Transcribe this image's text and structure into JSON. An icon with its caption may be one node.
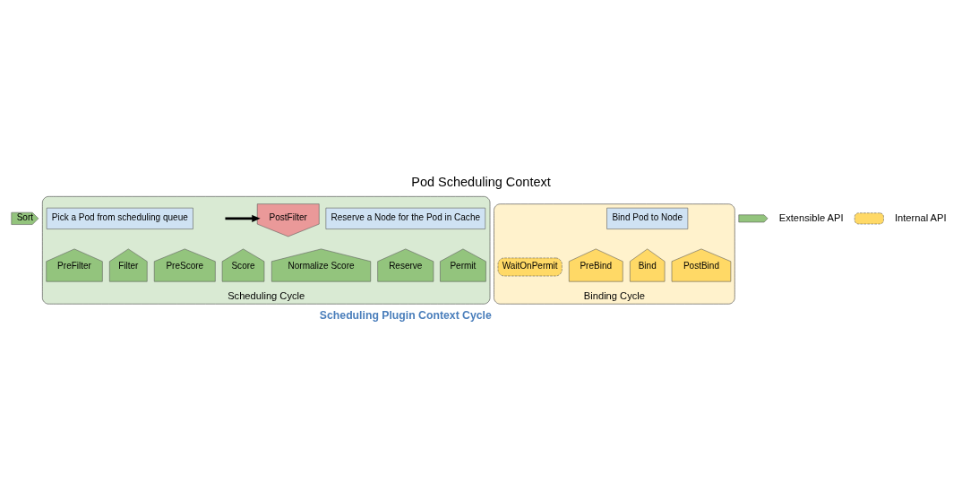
{
  "diagram": {
    "title": "Pod Scheduling Context",
    "caption": "Scheduling Plugin Context Cycle",
    "nodes": [
      {
        "text": [
          "Sort"
        ]
      },
      {
        "text": [
          "Scheduling Cycle"
        ]
      },
      {
        "text": [
          "Pick a Pod from scheduling queue"
        ],
        "in": 1
      },
      {
        "text": [
          "PostFilter"
        ],
        "in": 1
      },
      {
        "text": [
          "Reserve a Node for the Pod in Cache"
        ],
        "in": 1
      },
      {
        "text": [
          "PreFilter"
        ],
        "in": 1
      },
      {
        "text": [
          "Filter"
        ],
        "in": 1
      },
      {
        "text": [
          "PreScore"
        ],
        "in": 1
      },
      {
        "text": [
          "Score"
        ],
        "in": 1
      },
      {
        "text": [
          "Normalize Score"
        ],
        "in": 1
      },
      {
        "text": [
          "Reserve"
        ],
        "in": 1
      },
      {
        "text": [
          "Permit"
        ],
        "in": 1
      },
      {
        "text": [
          "Binding Cycle"
        ]
      },
      {
        "text": [
          "Bind Pod to Node"
        ],
        "in": 12
      },
      {
        "text": [
          "WaitOnPermit"
        ],
        "in": 12
      },
      {
        "text": [
          "PreBind"
        ],
        "in": 12
      },
      {
        "text": [
          "Bind"
        ],
        "in": 12
      },
      {
        "text": [
          "PostBind"
        ],
        "in": 12
      }
    ],
    "edges": [
      {
        "from": null,
        "to": 3,
        "arrow": "to"
      }
    ],
    "legend": [
      {
        "text": "Extensible API"
      },
      {
        "text": "Internal API"
      }
    ]
  }
}
